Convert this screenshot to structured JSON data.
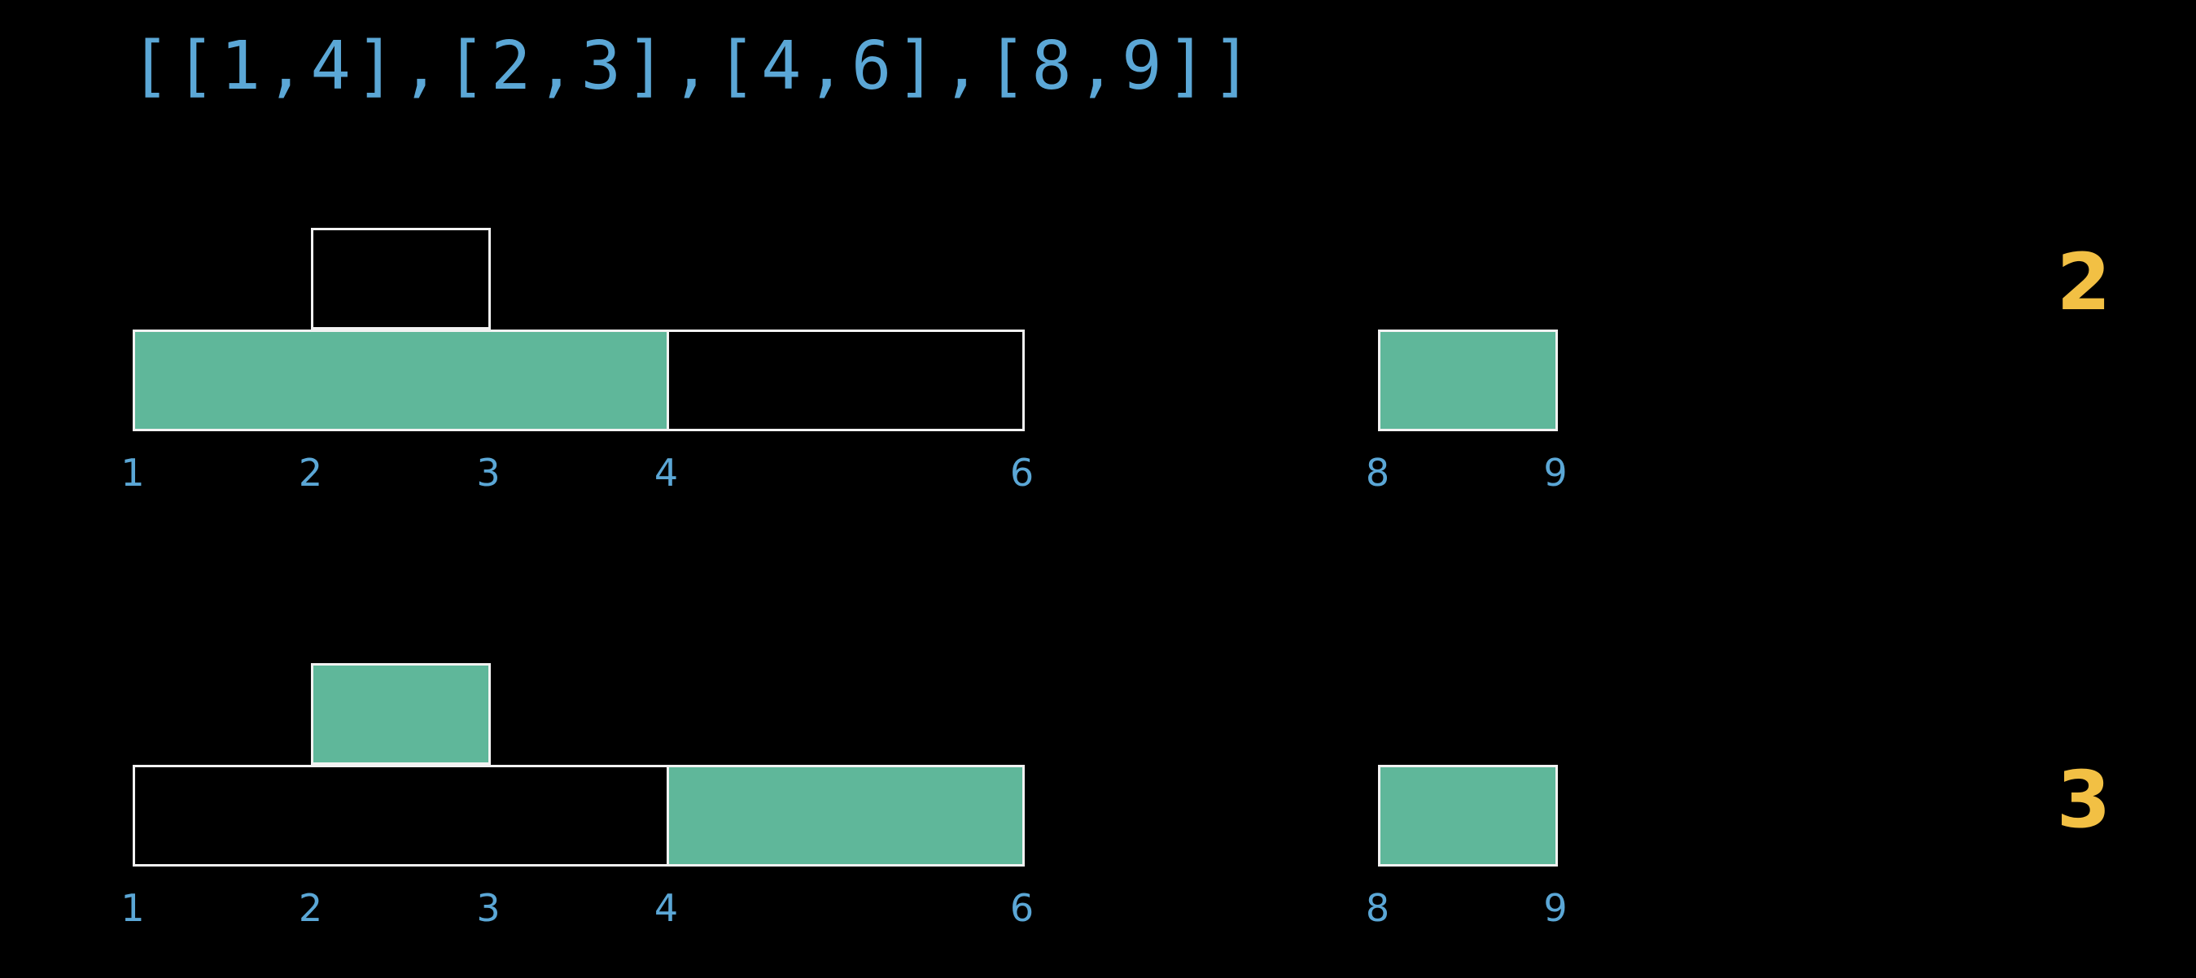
{
  "title": "[[1,4],[2,3],[4,6],[8,9]]",
  "colors": {
    "background": "#000000",
    "fill": "#5fb79a",
    "outline": "#f2f2f2",
    "text": "#5ba7d6",
    "count": "#f2c044"
  },
  "diagram": {
    "ticks": [
      1,
      2,
      3,
      4,
      6,
      8,
      9
    ],
    "rows": [
      {
        "count": "2",
        "intervals": [
          {
            "start": 1,
            "end": 4,
            "level": 0,
            "filled": true
          },
          {
            "start": 4,
            "end": 6,
            "level": 0,
            "filled": false
          },
          {
            "start": 2,
            "end": 3,
            "level": 1,
            "filled": false
          },
          {
            "start": 8,
            "end": 9,
            "level": 0,
            "filled": true
          }
        ]
      },
      {
        "count": "3",
        "intervals": [
          {
            "start": 1,
            "end": 4,
            "level": 0,
            "filled": false
          },
          {
            "start": 4,
            "end": 6,
            "level": 0,
            "filled": true
          },
          {
            "start": 2,
            "end": 3,
            "level": 1,
            "filled": true
          },
          {
            "start": 8,
            "end": 9,
            "level": 0,
            "filled": true
          }
        ]
      }
    ]
  }
}
